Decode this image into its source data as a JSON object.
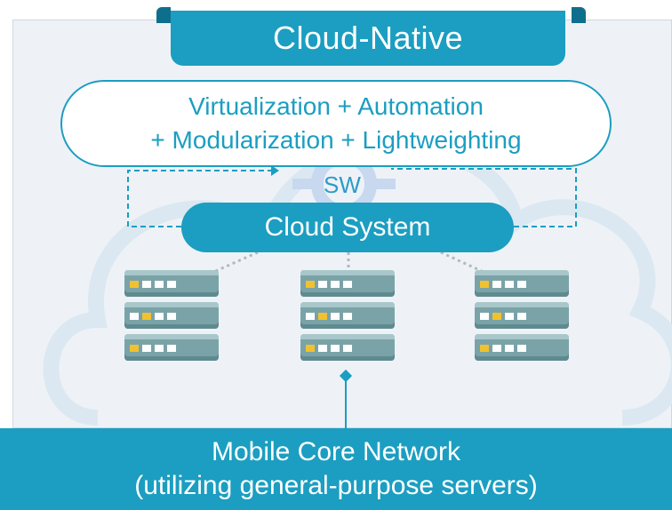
{
  "title": "Cloud-Native",
  "technologies": {
    "line1": "Virtualization + Automation",
    "line2": "+ Modularization + Lightweighting"
  },
  "sw_label": "SW",
  "cloud_system": "Cloud System",
  "servers": [
    {
      "active_leds": [
        0,
        0
      ]
    },
    {
      "active_leds": [
        1,
        1
      ]
    },
    {
      "active_leds": [
        2,
        2
      ]
    }
  ],
  "network": {
    "line1": "Mobile Core Network",
    "line2": "(utilizing general-purpose servers)"
  },
  "colors": {
    "primary": "#1b9ec1",
    "panel_bg": "#eef2f7",
    "server": "#7aa3a8",
    "led_on": "#f2c12e"
  }
}
